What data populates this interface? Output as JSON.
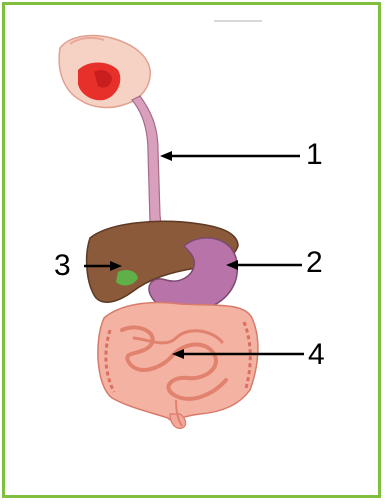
{
  "labels": {
    "one": "1",
    "two": "2",
    "three": "3",
    "four": "4"
  },
  "colors": {
    "frame": "#7fbf3f",
    "liver": "#8a5a3a",
    "stomach": "#b874a8",
    "intestine": "#f2a89a",
    "esophagus": "#c88aa8",
    "mouth": "#e8302a"
  },
  "icons": {
    "mouth": "mouth-illustration",
    "esophagus": "esophagus-illustration",
    "liver": "liver-illustration",
    "stomach": "stomach-illustration",
    "intestines": "intestines-illustration"
  }
}
